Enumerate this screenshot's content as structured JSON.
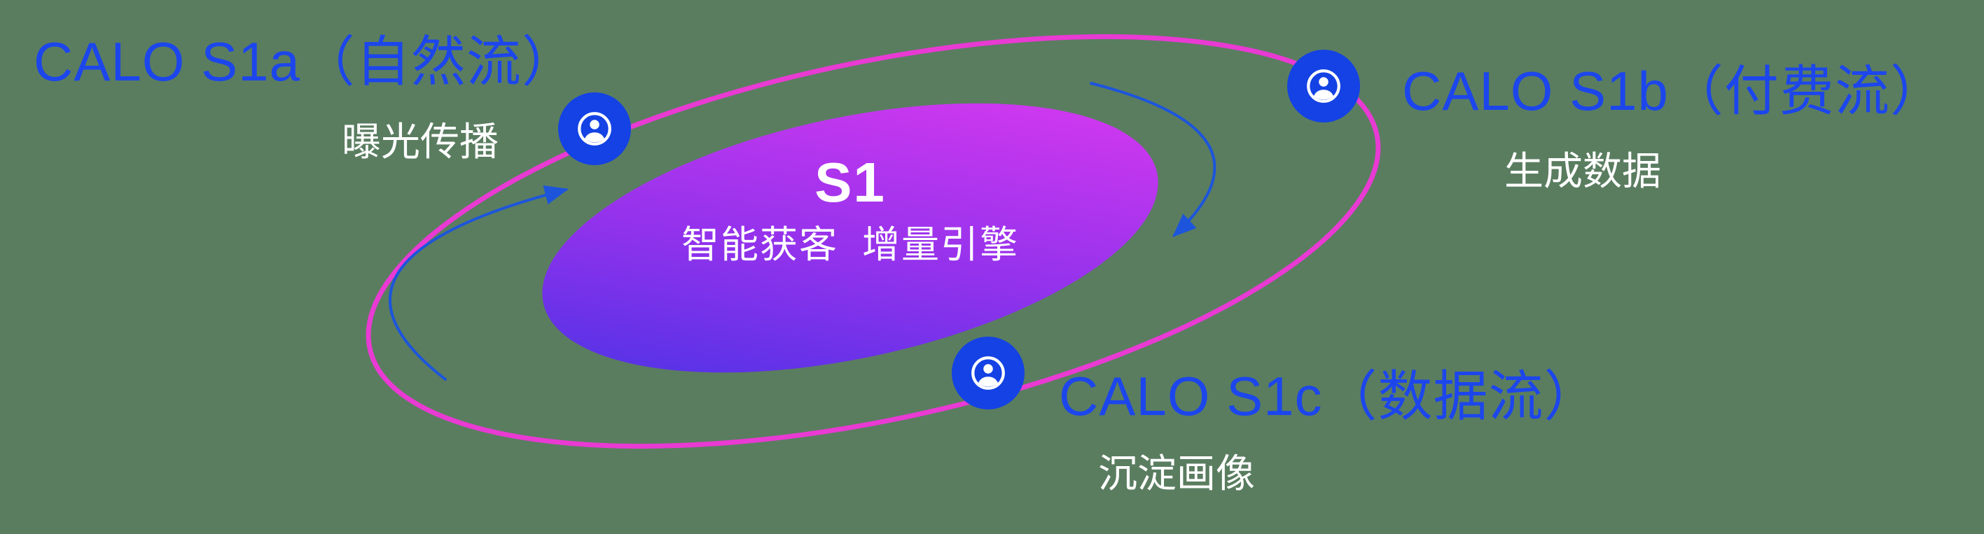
{
  "center": {
    "title": "S1",
    "subtitle": "智能获客  增量引擎"
  },
  "nodes": [
    {
      "id": "s1a",
      "title": "CALO S1a（自然流）",
      "subtitle": "曝光传播"
    },
    {
      "id": "s1b",
      "title": "CALO S1b（付费流）",
      "subtitle": "生成数据"
    },
    {
      "id": "s1c",
      "title": "CALO S1c（数据流）",
      "subtitle": "沉淀画像"
    }
  ],
  "icons": [
    {
      "name": "user-circle-icon",
      "meaning": "audience / user node"
    },
    {
      "name": "user-circle-icon",
      "meaning": "audience / user node"
    },
    {
      "name": "user-circle-icon",
      "meaning": "audience / user node"
    }
  ],
  "colors": {
    "background": "#5A7D60",
    "title_blue": "#1C46EC",
    "subtitle_white": "#FFFFFF",
    "orbit_pink": "#E93AD3",
    "icon_blue": "#1442E4",
    "arrow_blue": "#1C55DC",
    "gradient_start": "#4133E4",
    "gradient_mid": "#9232EC",
    "gradient_end": "#E23AF0"
  }
}
